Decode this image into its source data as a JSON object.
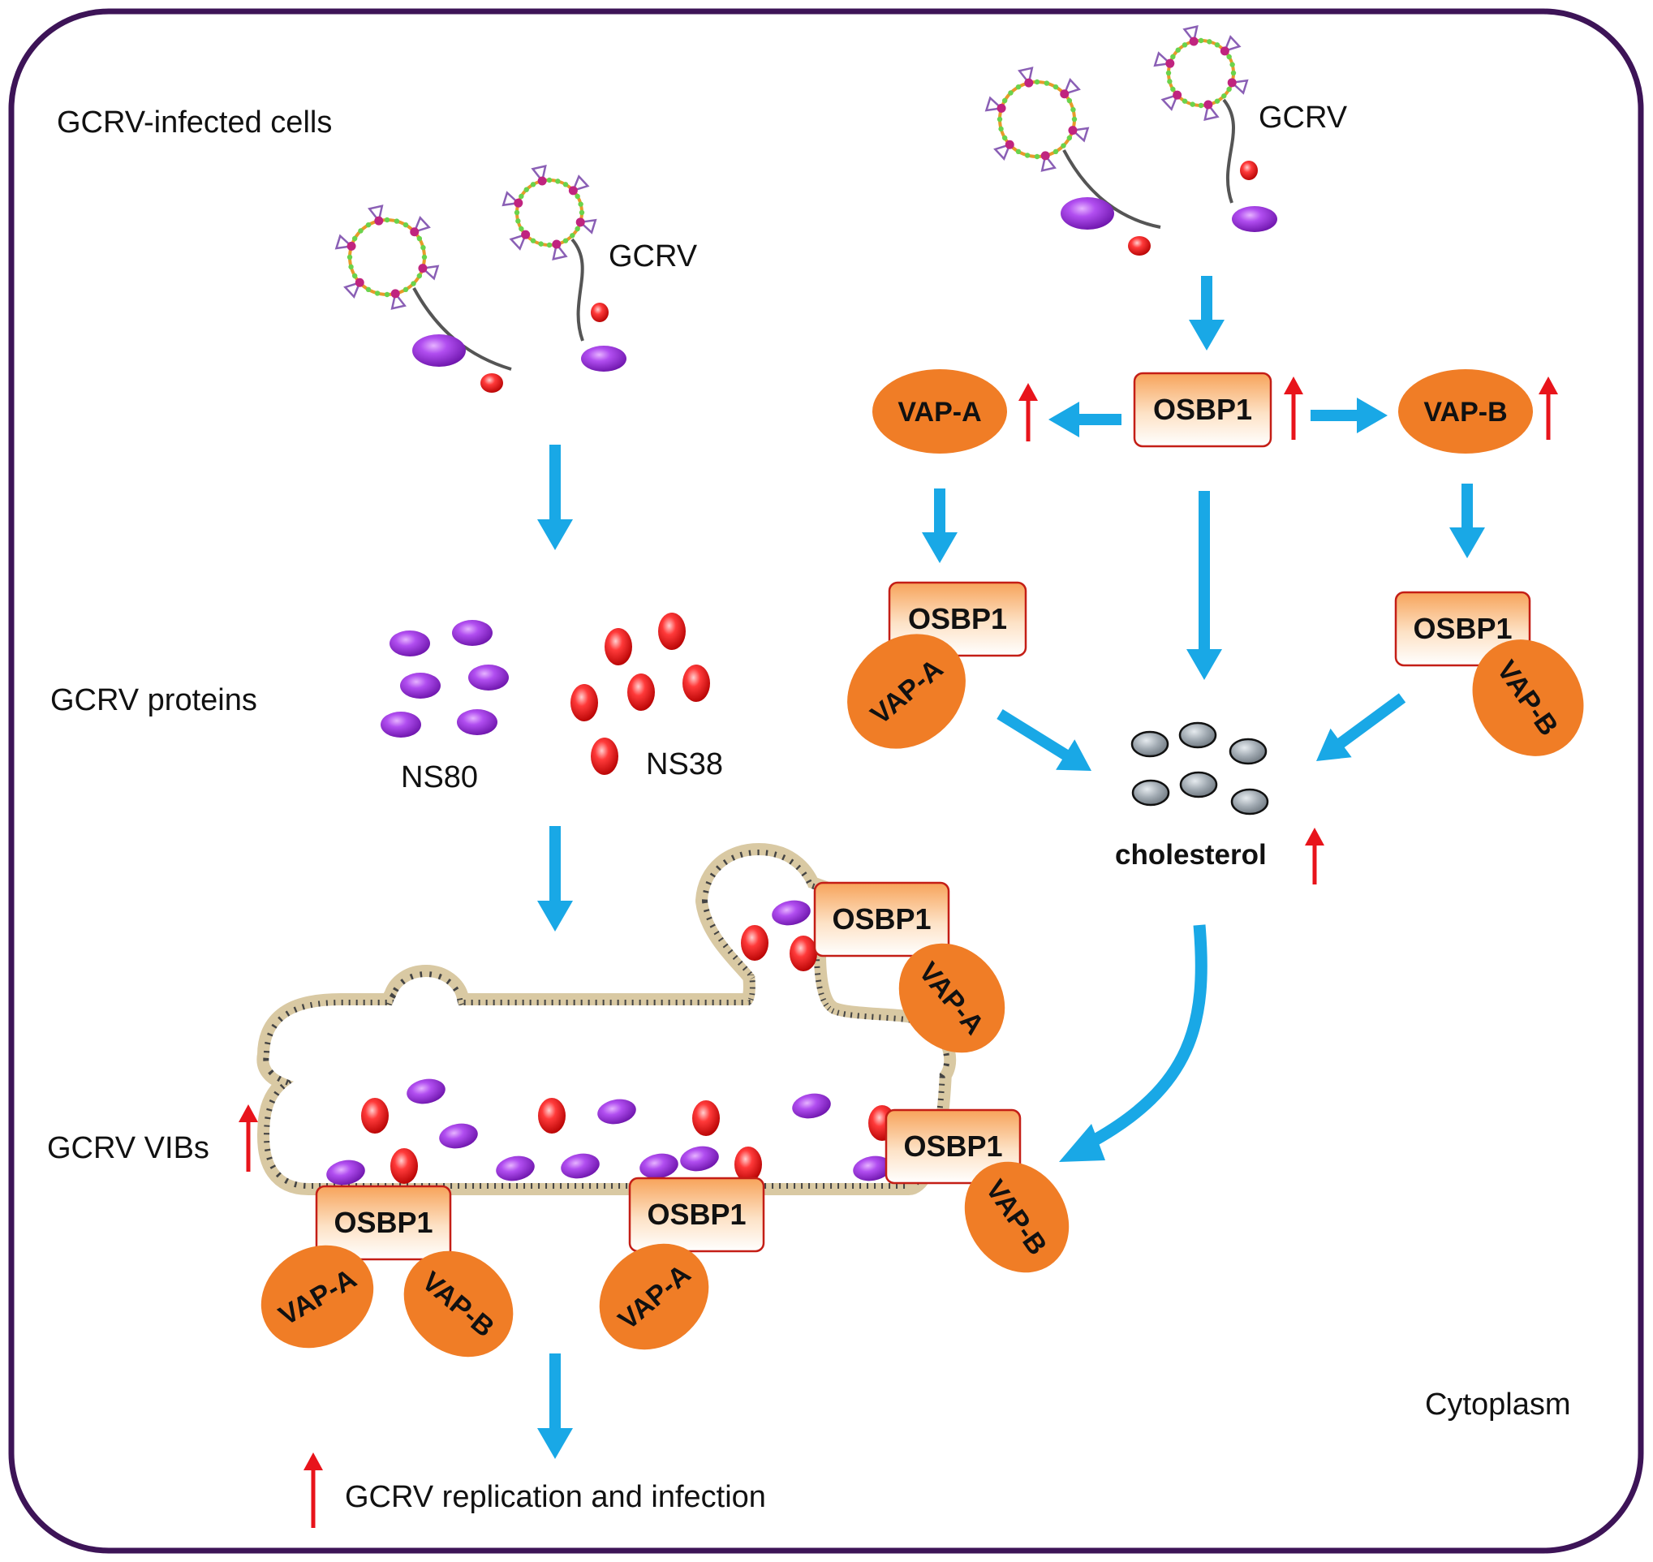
{
  "labels": {
    "cells": "GCRV-infected cells",
    "gcrv": "GCRV",
    "proteins": "GCRV proteins",
    "ns80": "NS80",
    "ns38": "NS38",
    "vibs": "GCRV VIBs",
    "replication": "GCRV replication and infection",
    "cytoplasm": "Cytoplasm",
    "cholesterol": "cholesterol",
    "osbp1": "OSBP1",
    "vapa": "VAP-A",
    "vapb": "VAP-B"
  },
  "colors": {
    "frame": "#3d1457",
    "arrow": "#19a8e6",
    "up_arrow": "#e8141b",
    "orange": "#f07d26",
    "purple": "#9b2fd6",
    "red": "#e8141b",
    "gray": "#9aa3ab",
    "membrane": "#d9c9a3"
  }
}
